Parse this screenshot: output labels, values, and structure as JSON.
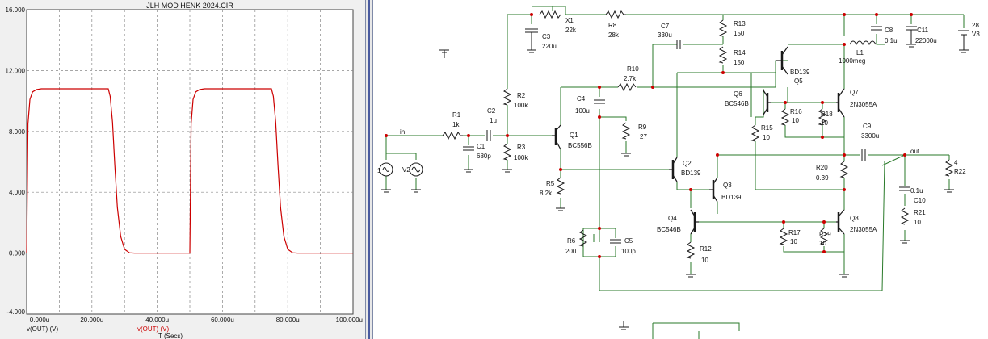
{
  "plot": {
    "title": "JLH MOD HENK 2024.CIR",
    "x_axis_label": "T (Secs)",
    "legend": [
      {
        "label": "v(OUT) (V)",
        "color": "#1a1a1a"
      },
      {
        "label": "v(OUT) (V)",
        "color": "#cc0000"
      }
    ],
    "y_ticks": [
      "16.000",
      "12.000",
      "8.000",
      "4.000",
      "0.000",
      "-4.000"
    ],
    "x_ticks": [
      "0.000u",
      "20.000u",
      "40.000u",
      "60.000u",
      "80.000u",
      "100.000u"
    ]
  },
  "chart_data": {
    "type": "line",
    "title": "JLH MOD HENK 2024.CIR",
    "xlabel": "T (Secs)",
    "ylabel": "",
    "xlim": [
      0,
      100
    ],
    "ylim": [
      -4,
      16
    ],
    "x_unit": "u",
    "grid": true,
    "series": [
      {
        "name": "v(OUT) (V)",
        "color": "#cc0000",
        "x": [
          0,
          0.4,
          1,
          1.8,
          3,
          4.5,
          6,
          25,
          25.6,
          26.3,
          27,
          27.8,
          28.8,
          30,
          31.5,
          33,
          50,
          50.4,
          51,
          51.8,
          53,
          54.5,
          56,
          75,
          75.6,
          76.3,
          77,
          77.8,
          78.8,
          80,
          81.5,
          83,
          100
        ],
        "y": [
          0,
          8.5,
          10.1,
          10.6,
          10.75,
          10.8,
          10.8,
          10.8,
          10.3,
          8.6,
          5.8,
          3.0,
          1.1,
          0.25,
          0.02,
          0,
          0,
          8.5,
          10.1,
          10.6,
          10.75,
          10.8,
          10.8,
          10.8,
          10.3,
          8.6,
          5.8,
          3.0,
          1.1,
          0.25,
          0.02,
          0,
          0
        ]
      }
    ]
  },
  "schematic": {
    "labels": {
      "X1": "X1",
      "X1v": "22k",
      "R8": "R8",
      "R8v": "28k",
      "C3": "C3",
      "C3v": "220u",
      "C7": "C7",
      "C7v": "330u",
      "R13": "R13",
      "R13v": "150",
      "R14": "R14",
      "R14v": "150",
      "C8": "C8",
      "C8v": "0.1u",
      "C11": "C11",
      "C11v": "22000u",
      "V3v": "28",
      "V3": "V3",
      "L1": "L1",
      "L1v": "1000meg",
      "R10": "R10",
      "R10v": "2.7k",
      "BD139a": "BD139",
      "Q5": "Q5",
      "R2": "R2",
      "R2v": "100k",
      "C4": "C4",
      "C4v": "100u",
      "Q6": "Q6",
      "Q6v": "BC546B",
      "R16": "R16",
      "R16v": "10",
      "R18": "R18",
      "R18v": "10",
      "Q7": "Q7",
      "Q7v": "2N3055A",
      "R1": "R1",
      "R1v": "1k",
      "C2": "C2",
      "C2v": "1u",
      "Q1": "Q1",
      "Q1v": "BC556B",
      "R9": "R9",
      "R9v": "27",
      "R15": "R15",
      "R15v": "10",
      "C9": "C9",
      "C9v": "3300u",
      "in": "in",
      "C1": "C1",
      "C1v": "680p",
      "R3": "R3",
      "R3v": "100k",
      "out": "out",
      "V1": "1",
      "V2": "V2",
      "Q2": "Q2",
      "Q2v": "BD139",
      "R20": "R20",
      "R20v": "0.39",
      "R22n": "4",
      "R22": "R22",
      "R5": "R5",
      "R5v": "8.2k",
      "Q3": "Q3",
      "Q3v": "BD139",
      "C10v": "0.1u",
      "C10": "C10",
      "R21": "R21",
      "R21v": "10",
      "Q4": "Q4",
      "Q4v": "BC546B",
      "Q8": "Q8",
      "Q8v": "2N3055A",
      "R17": "R17",
      "R17v": "10",
      "R19": "R19",
      "R19v": "10",
      "R6": "R6",
      "R6v": "200",
      "C5": "C5",
      "C5v": "100p",
      "R12": "R12",
      "R12v": "10"
    }
  }
}
